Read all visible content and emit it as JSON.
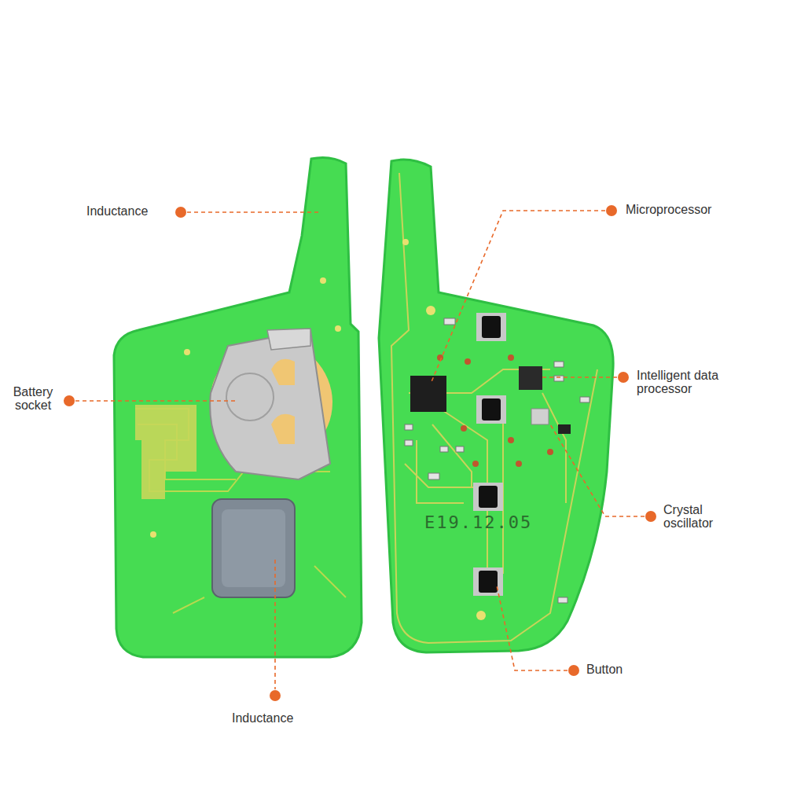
{
  "diagram": {
    "labels": [
      "Inductance",
      "Battery socket",
      "Microprocessor",
      "Intelligent data processor",
      "Crystal oscillator",
      "Button",
      "Inductance",
      "E19.12.05"
    ]
  }
}
